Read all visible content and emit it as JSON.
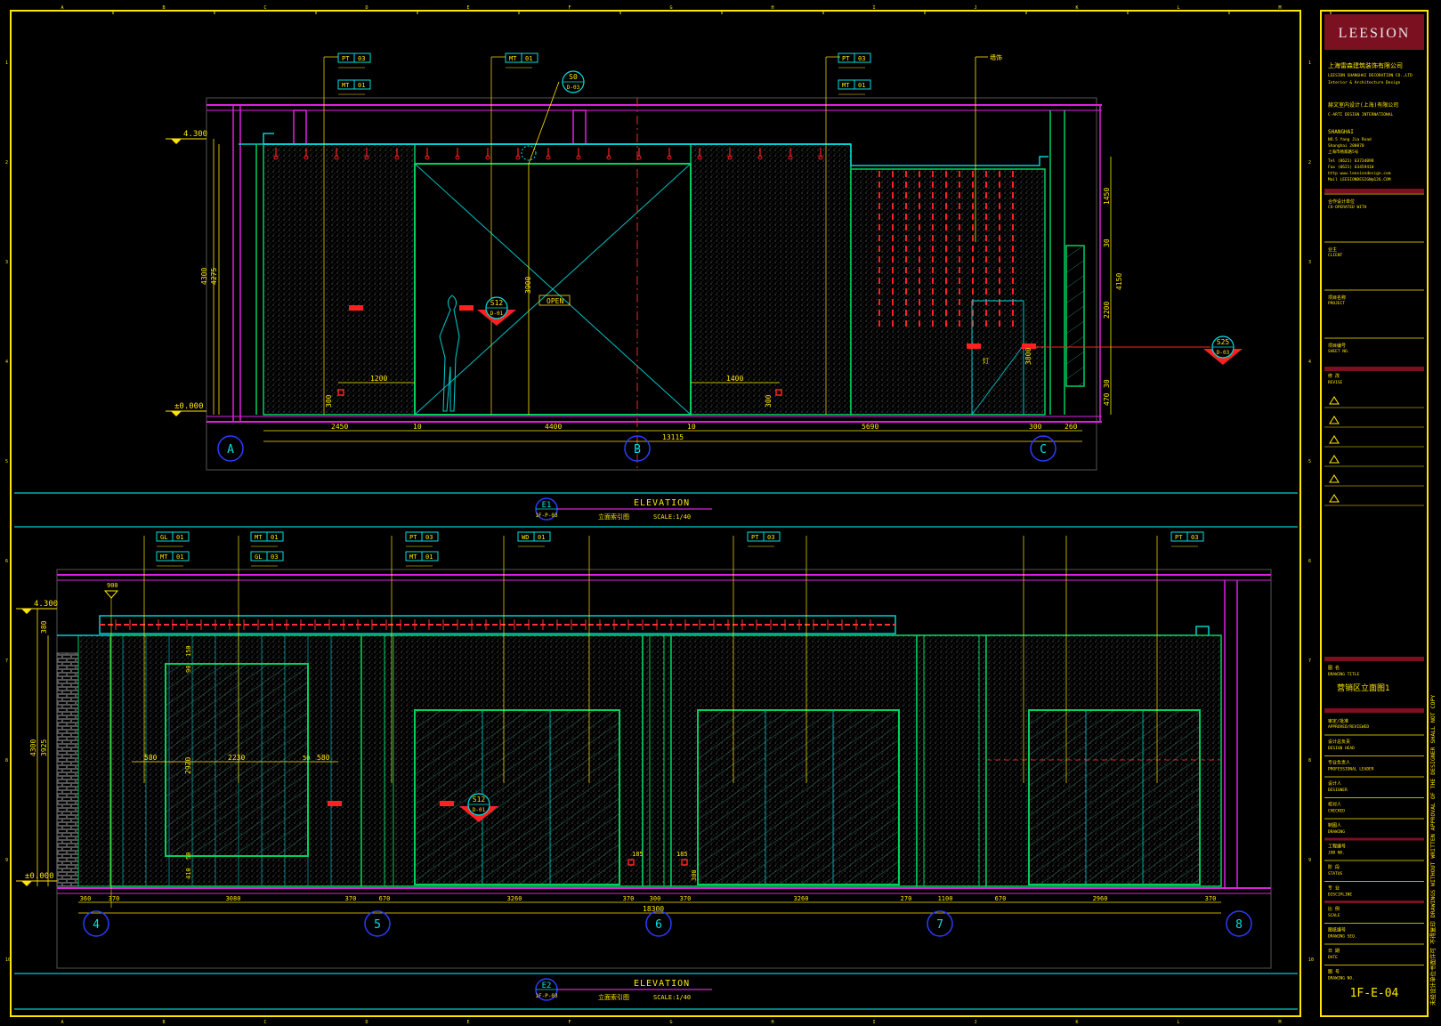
{
  "sheet": {
    "number": "1F-E-04",
    "frame_color": "#ffe600",
    "grid_columns": [
      "A",
      "B",
      "C",
      "D",
      "E",
      "F",
      "G",
      "H",
      "I",
      "J",
      "K",
      "L",
      "M"
    ],
    "grid_rows": [
      "1",
      "2",
      "3",
      "4",
      "5",
      "6",
      "7",
      "8",
      "9",
      "10"
    ]
  },
  "title_block": {
    "logo": "LEESION",
    "company_cn": "上海雷森建筑装饰有限公司",
    "company_en": "LEESION SHANGHAI DECORATION CO.,LTD",
    "company_sub": "Interior & Architecture Design",
    "partner_cn": "赫文室内设计(上海)有限公司",
    "partner_en": "C-ARTI DESIGN INTERNATIONAL",
    "city": "SHANGHAI",
    "address1": "NO.5 Yang Jia Road",
    "address2": "Shanghai 200070",
    "address3": "上海市杨家路5号",
    "tel": "Tel   (8621) 63734098",
    "fax": "Fax   (8621) 63459410",
    "web": "http   www.leesiondesign.com",
    "mail": "Mail  LEESIONDESIGN@126.COM",
    "sections": [
      {
        "cn": "合作设计单位",
        "en": "CO-OPERATED WITH"
      },
      {
        "cn": "业主",
        "en": "CLIENT"
      },
      {
        "cn": "项目名称",
        "en": "PROJECT"
      },
      {
        "cn": "项目编号",
        "en": "SHEET NO."
      }
    ],
    "revision_cn": "修 改",
    "revision_en": "REVISE",
    "drawing_title_cn": "图 名",
    "drawing_title_en": "DRAWING TITLE",
    "drawing_title_value": "营销区立面图1",
    "approval_cn": "审定/批准",
    "approval_en": "APPROVED/REVIEWED",
    "fields": [
      {
        "cn": "设计总负责",
        "en": "DESIGN HEAD"
      },
      {
        "cn": "专业负责人",
        "en": "PROFESSIONAL LEADER"
      },
      {
        "cn": "设计人",
        "en": "DESIGNER"
      },
      {
        "cn": "校对人",
        "en": "CHECKED"
      },
      {
        "cn": "制图人",
        "en": "DRAWING"
      },
      {
        "cn": "工程编号",
        "en": "JOB NO."
      },
      {
        "cn": "阶 段",
        "en": "STATUS"
      },
      {
        "cn": "专 业",
        "en": "DISCIPLINE"
      },
      {
        "cn": "比 例",
        "en": "SCALE"
      },
      {
        "cn": "图纸编号",
        "en": "DRAWING SEQ."
      },
      {
        "cn": "日 期",
        "en": "DATE"
      },
      {
        "cn": "图 号",
        "en": "DRAWING NO."
      }
    ],
    "side_note": "未经设计单位书面许可 不得复印  DRAWINGS WITHOUT WRITTEN APPROVAL OF THE DESIGNER SHALL NOT COPY"
  },
  "elevation_1": {
    "tag": "E1",
    "tag_sub": "1F-P-03",
    "title": "ELEVATION",
    "subtitle": "立面索引图",
    "scale": "SCALE:1/40",
    "level_top": "4.300",
    "level_bottom": "±0.000",
    "axes": [
      "A",
      "B",
      "C"
    ],
    "bottom_dims": [
      "2450",
      "10",
      "4400",
      "10",
      "5690",
      "300",
      "260"
    ],
    "overall_dim": "13115",
    "left_dims": [
      "4300",
      "4275"
    ],
    "right_dims": [
      "1450",
      "30",
      "4150",
      "2200",
      "30",
      "470"
    ],
    "inner_dims": [
      "1200",
      "1400",
      "300",
      "300",
      "3900",
      "3800"
    ],
    "door_label": "OPEN",
    "materials": [
      {
        "code": "PT",
        "num": "03"
      },
      {
        "code": "MT",
        "num": "01"
      },
      {
        "code": "MT",
        "num": "01"
      },
      {
        "code": "PT",
        "num": "03"
      },
      {
        "code": "MT",
        "num": "01"
      }
    ],
    "section_tags": [
      {
        "id": "S0",
        "sheet": "D-03"
      },
      {
        "id": "S12",
        "sheet": "D-01"
      },
      {
        "id": "S25",
        "sheet": "D-03"
      }
    ],
    "note_text": "墙饰",
    "small_note": "灯"
  },
  "elevation_2": {
    "tag": "E2",
    "tag_sub": "1F-P-03",
    "title": "ELEVATION",
    "subtitle": "立面索引图",
    "scale": "SCALE:1/40",
    "level_top": "4.300",
    "level_bottom": "±0.000",
    "axes": [
      "4",
      "5",
      "6",
      "7",
      "8"
    ],
    "bottom_dims": [
      "360",
      "370",
      "3080",
      "370",
      "670",
      "3260",
      "370",
      "300",
      "370",
      "3260",
      "270",
      "1100",
      "670",
      "2960",
      "370"
    ],
    "overall_dim": "18300",
    "left_dims": [
      "4300",
      "3925",
      "380"
    ],
    "inner_dims": [
      "580",
      "2230",
      "50",
      "580",
      "2920",
      "150",
      "90",
      "50",
      "410",
      "185",
      "185",
      "300"
    ],
    "top_mark": "900",
    "materials": [
      {
        "code": "GL",
        "num": "01"
      },
      {
        "code": "MT",
        "num": "01"
      },
      {
        "code": "MT",
        "num": "01"
      },
      {
        "code": "GL",
        "num": "03"
      },
      {
        "code": "PT",
        "num": "03"
      },
      {
        "code": "MT",
        "num": "01"
      },
      {
        "code": "WD",
        "num": "01"
      },
      {
        "code": "PT",
        "num": "03"
      },
      {
        "code": "PT",
        "num": "03"
      }
    ],
    "section_tags": [
      {
        "id": "S12",
        "sheet": "D-01"
      }
    ]
  }
}
